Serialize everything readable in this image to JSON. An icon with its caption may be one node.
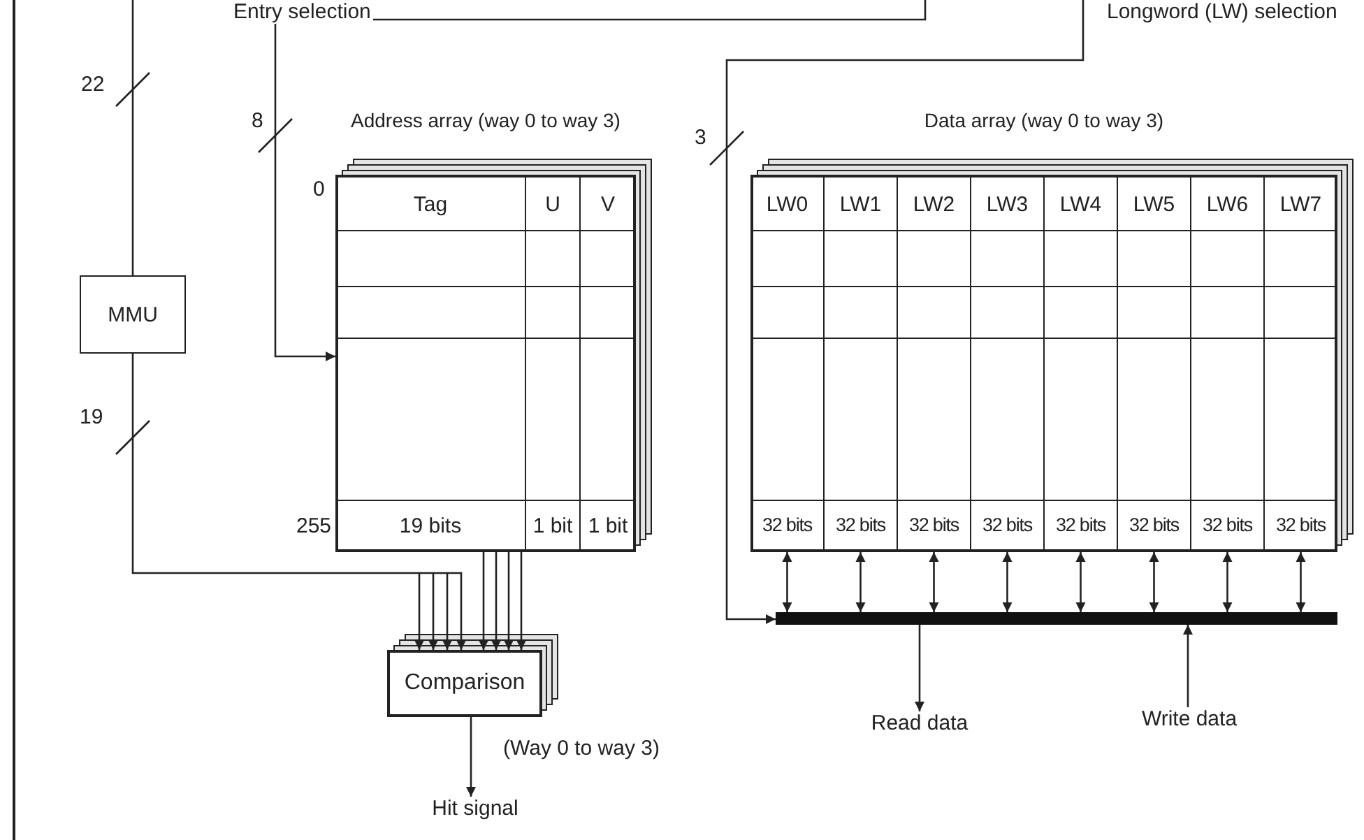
{
  "diagram": {
    "nodes": [
      {
        "text": [
          "MMU"
        ]
      },
      {
        "text": [
          "Address array (way 0 to way 3)",
          "Tag",
          "U",
          "V",
          "19 bits",
          "1 bit",
          "1 bit"
        ],
        "beside": [
          "0",
          "255"
        ]
      },
      {
        "text": [
          "Data array (way 0 to way 3)",
          "LW0",
          "LW1",
          "LW2",
          "LW3",
          "LW4",
          "LW5",
          "LW6",
          "LW7",
          "32 bits",
          "32 bits",
          "32 bits",
          "32 bits",
          "32 bits",
          "32 bits",
          "32 bits",
          "32 bits"
        ]
      },
      {
        "text": [
          "Comparison"
        ],
        "beside": [
          "(Way 0 to way 3)"
        ]
      },
      {
        "text": [],
        "shape": "bar"
      },
      {
        "text": [
          "Hit signal"
        ]
      },
      {
        "text": [
          "Read data"
        ]
      },
      {
        "text": [
          "Write data"
        ]
      }
    ],
    "edges": [
      {
        "from": null,
        "to": 0,
        "arrow": "none"
      },
      {
        "from": null,
        "to": 1,
        "arrow": "to",
        "label": "Entry selection"
      },
      {
        "from": null,
        "to": 4,
        "arrow": "to",
        "label": "Longword (LW) selection"
      },
      {
        "from": 0,
        "to": 3,
        "arrow": "to"
      },
      {
        "from": 1,
        "to": 3,
        "arrow": "to"
      },
      {
        "from": 2,
        "to": 4,
        "arrow": "both"
      },
      {
        "from": 2,
        "to": 4,
        "arrow": "both"
      },
      {
        "from": 2,
        "to": 4,
        "arrow": "both"
      },
      {
        "from": 2,
        "to": 4,
        "arrow": "both"
      },
      {
        "from": 2,
        "to": 4,
        "arrow": "both"
      },
      {
        "from": 2,
        "to": 4,
        "arrow": "both"
      },
      {
        "from": 2,
        "to": 4,
        "arrow": "both"
      },
      {
        "from": 2,
        "to": 4,
        "arrow": "both"
      },
      {
        "from": 4,
        "to": 6,
        "arrow": "to"
      },
      {
        "from": 7,
        "to": 4,
        "arrow": "to"
      },
      {
        "from": 3,
        "to": 5,
        "arrow": "to"
      }
    ],
    "labels": [
      "22",
      "8",
      "3",
      "19"
    ]
  }
}
